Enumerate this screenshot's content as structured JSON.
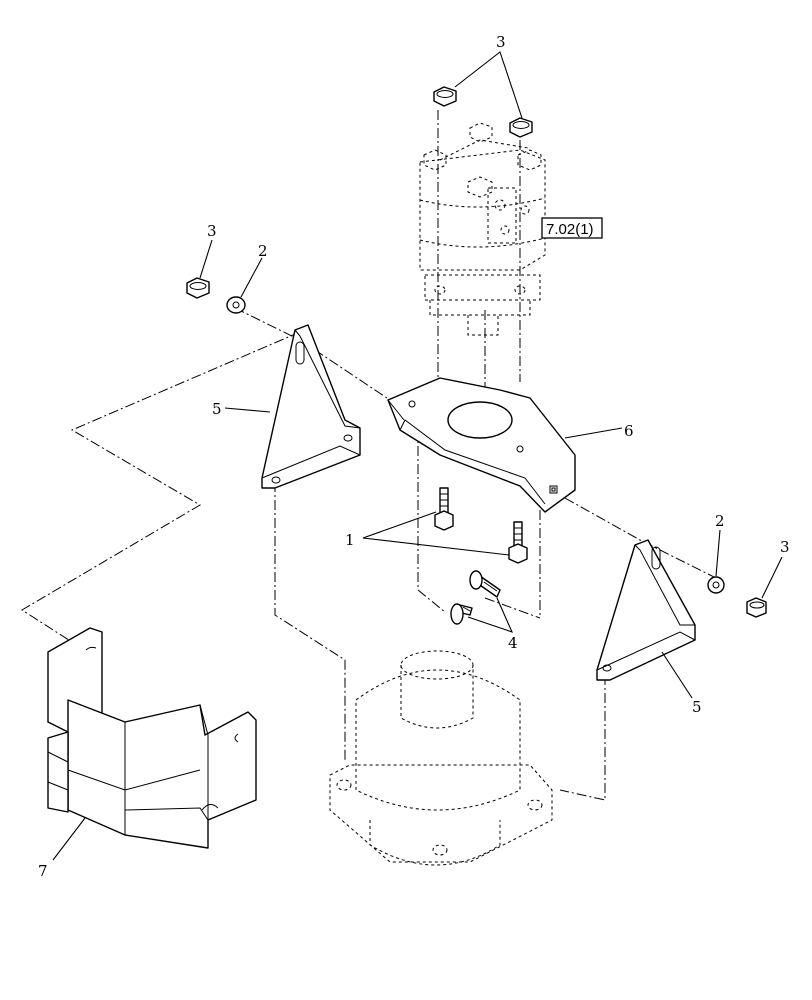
{
  "callouts": {
    "nut_top": "3",
    "nut_left": "3",
    "washer_left": "2",
    "bolts_1": "1",
    "bolts_4": "4",
    "bracket_left": "5",
    "bracket_right": "5",
    "mount_plate": "6",
    "shield": "7",
    "washer_right": "2",
    "nut_right": "3"
  },
  "reference": {
    "label": "7.02(1)"
  }
}
